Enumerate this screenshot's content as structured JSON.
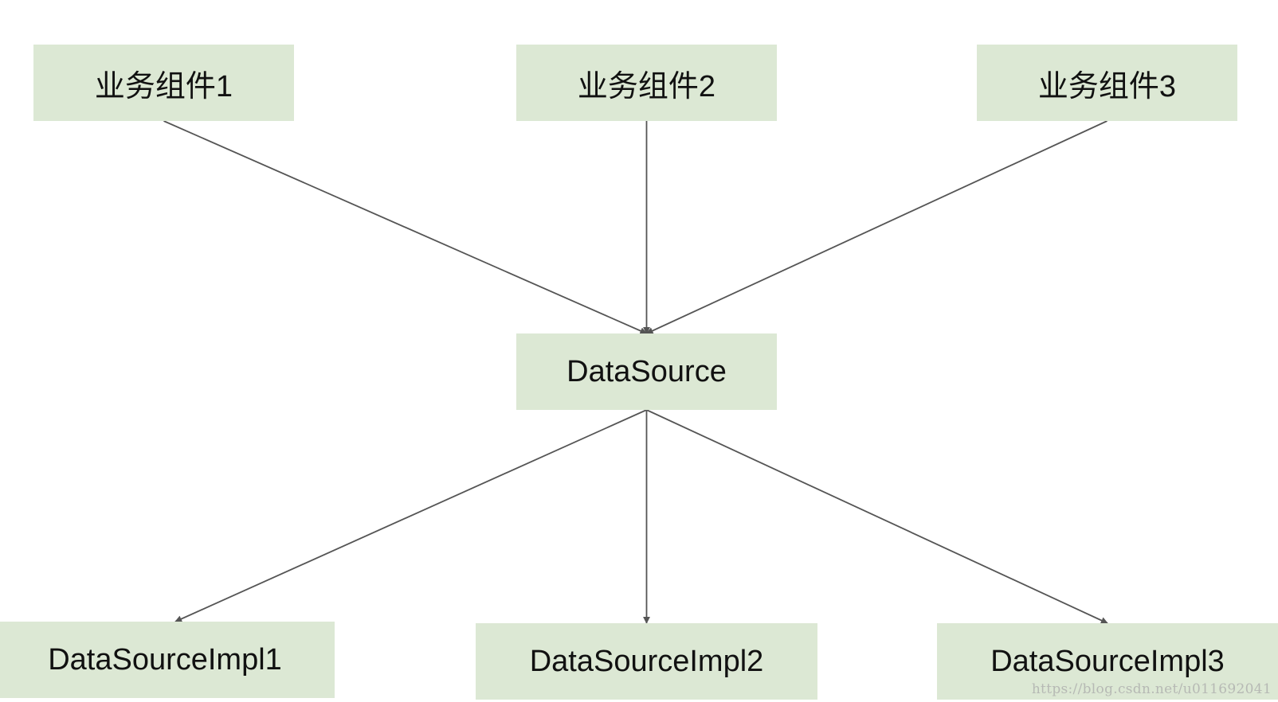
{
  "nodes": {
    "component1": "业务组件1",
    "component2": "业务组件2",
    "component3": "业务组件3",
    "datasource": "DataSource",
    "impl1": "DataSourceImpl1",
    "impl2": "DataSourceImpl2",
    "impl3": "DataSourceImpl3"
  },
  "edges": [
    {
      "from": "component1",
      "to": "datasource"
    },
    {
      "from": "component2",
      "to": "datasource"
    },
    {
      "from": "component3",
      "to": "datasource"
    },
    {
      "from": "datasource",
      "to": "impl1"
    },
    {
      "from": "datasource",
      "to": "impl2"
    },
    {
      "from": "datasource",
      "to": "impl3"
    }
  ],
  "watermark": "https://blog.csdn.net/u011692041",
  "colors": {
    "node_fill": "#dce8d4",
    "edge": "#555555",
    "text": "#111111"
  }
}
